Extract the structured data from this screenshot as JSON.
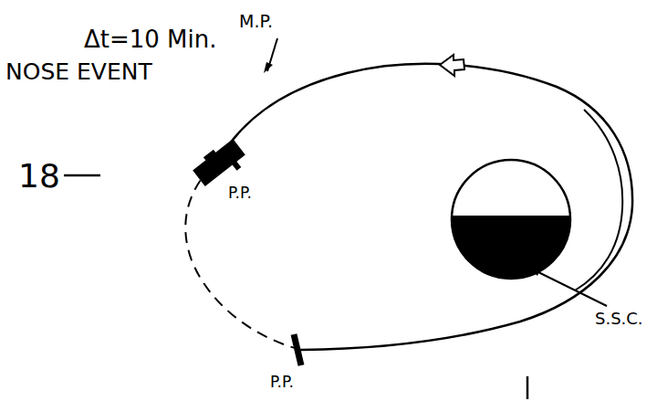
{
  "diagram": {
    "labels": [
      "M.P.",
      "Δt=10 Min.",
      "NOSE EVENT",
      "18",
      "P.P.",
      "P.P.",
      "S.S.C."
    ]
  }
}
